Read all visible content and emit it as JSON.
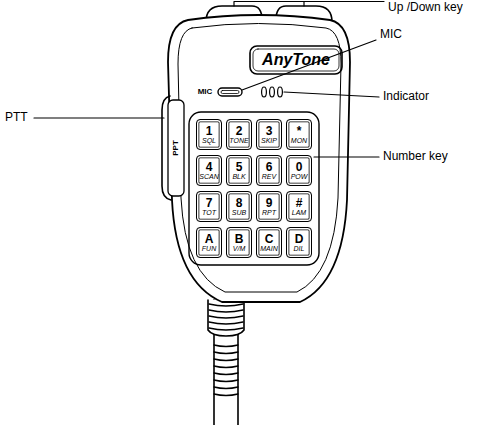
{
  "diagram": {
    "nodes": [
      {
        "text": [
          "1",
          "SQL"
        ]
      },
      {
        "text": [
          "2",
          "TONE"
        ]
      },
      {
        "text": [
          "3",
          "SKIP"
        ]
      },
      {
        "text": [
          "*",
          "MON"
        ]
      },
      {
        "text": [
          "4",
          "SCAN"
        ]
      },
      {
        "text": [
          "5",
          "BLK"
        ]
      },
      {
        "text": [
          "6",
          "REV"
        ]
      },
      {
        "text": [
          "0",
          "POW"
        ]
      },
      {
        "text": [
          "7",
          "TOT"
        ]
      },
      {
        "text": [
          "8",
          "SUB"
        ]
      },
      {
        "text": [
          "9",
          "RPT"
        ]
      },
      {
        "text": [
          "#",
          "LAM"
        ]
      },
      {
        "text": [
          "A",
          "FUN"
        ]
      },
      {
        "text": [
          "B",
          "V/M"
        ]
      },
      {
        "text": [
          "C",
          "MAIN"
        ]
      },
      {
        "text": [
          "D",
          "DIL"
        ]
      }
    ],
    "labels": [
      "Up /Down key",
      "MIC",
      "Indicator",
      "PTT",
      "Number key",
      "AnyTone",
      "MIC",
      "PPT"
    ]
  }
}
